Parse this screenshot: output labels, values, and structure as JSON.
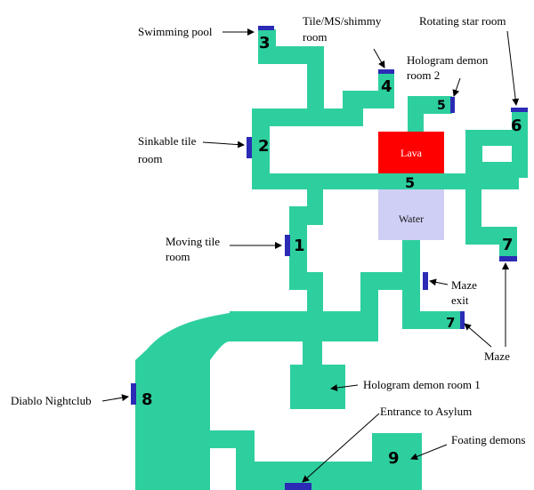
{
  "colors": {
    "corridor": "#2ecf9f",
    "door": "#2b2bb5",
    "lava": "#ff0000",
    "water": "#cfcff5"
  },
  "zones": {
    "lava": "Lava",
    "water": "Water"
  },
  "room_numbers": {
    "n1": "1",
    "n2": "2",
    "n3": "3",
    "n4": "4",
    "n5a": "5",
    "n5b": "5",
    "n6": "6",
    "n7a": "7",
    "n7b": "7",
    "n8": "8",
    "n9": "9"
  },
  "labels": {
    "swimming_pool": "Swimming pool",
    "tile_ms_l1": "Tile/MS/shimmy",
    "tile_ms_l2": "room",
    "rotating_star": "Rotating star room",
    "hologram2_l1": "Hologram demon",
    "hologram2_l2": "room 2",
    "sinkable_l1": "Sinkable tile",
    "sinkable_l2": "room",
    "moving_l1": "Moving tile",
    "moving_l2": "room",
    "maze_exit_l1": "Maze",
    "maze_exit_l2": "exit",
    "maze": "Maze",
    "diablo": "Diablo Nightclub",
    "hologram1": "Hologram demon room 1",
    "entrance": "Entrance to Asylum",
    "floating": "Foating demons"
  }
}
